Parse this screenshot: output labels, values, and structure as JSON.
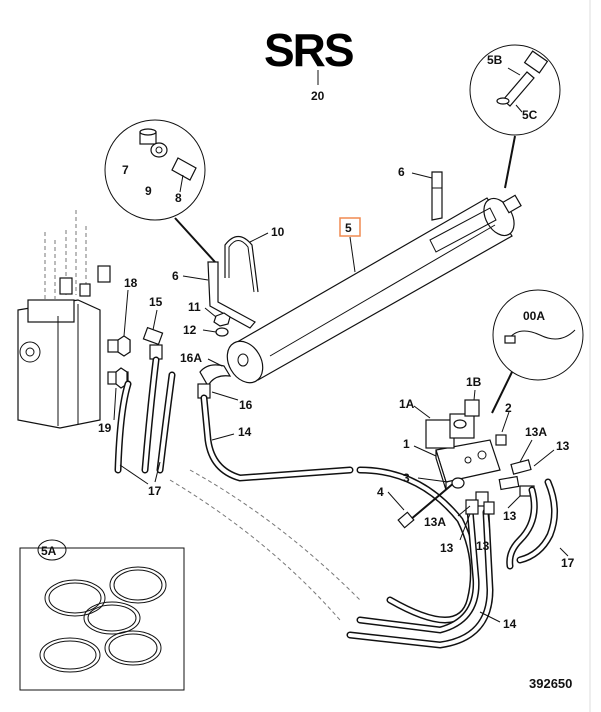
{
  "diagram": {
    "logo_text": "SRS",
    "labels": {
      "l20": "20",
      "l5B": "5B",
      "l5C": "5C",
      "l7": "7",
      "l9": "9",
      "l8": "8",
      "l6a": "6",
      "l6b": "6",
      "l10": "10",
      "l5": "5",
      "l18": "18",
      "l15": "15",
      "l11": "11",
      "l12": "12",
      "l16A": "16A",
      "l16": "16",
      "l14a": "14",
      "l14b": "14",
      "l19": "19",
      "l17a": "17",
      "l17b": "17",
      "l00A": "00A",
      "l1B": "1B",
      "l1A": "1A",
      "l2": "2",
      "l1": "1",
      "l13Aa": "13A",
      "l13a": "13",
      "l3": "3",
      "l4": "4",
      "l13Ab": "13A",
      "l13b": "13",
      "l13c": "13",
      "l13d": "13",
      "l5A": "5A"
    },
    "reference_number": "392650",
    "colors": {
      "highlight": "#f08a50",
      "line": "#111111",
      "background": "#ffffff"
    }
  }
}
